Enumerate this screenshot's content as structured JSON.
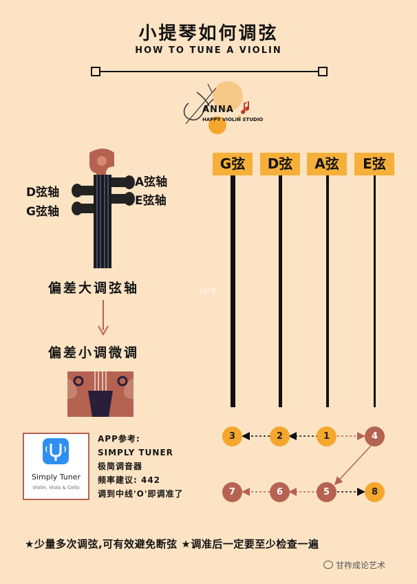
{
  "title": {
    "cn": "小提琴如何调弦",
    "en": "HOW TO TUNE A VIOLIN"
  },
  "logo": {
    "name": "ANNA",
    "studio": "HAPPY VIOLIN STUDIO"
  },
  "pegs": {
    "d": "D弦轴",
    "g": "G弦轴",
    "a": "A弦轴",
    "e": "E弦轴"
  },
  "steps": {
    "big_deviation": "偏差大调弦轴",
    "small_deviation": "偏差小调微调"
  },
  "strings": [
    "G弦",
    "D弦",
    "A弦",
    "E弦"
  ],
  "order": [
    "1",
    "2",
    "3",
    "4",
    "5",
    "6",
    "7",
    "8"
  ],
  "app": {
    "icon_name": "Simply Tuner",
    "icon_sub": "Violin, Viola & Cello",
    "lines": [
      "APP参考:",
      "SIMPLY TUNER",
      "极简调音器",
      "频率建议: 442",
      "调到中线'O'即调准了"
    ]
  },
  "footer": "★少量多次调弦,可有效避免断弦 ★调准后一定要至少检查一遍",
  "watermark": "甘祚成论艺术",
  "mid_watermark": "小红书",
  "colors": {
    "background": "#fbe3c4",
    "orange": "#f5a62c",
    "brick": "#b56251",
    "ink": "#111111"
  }
}
